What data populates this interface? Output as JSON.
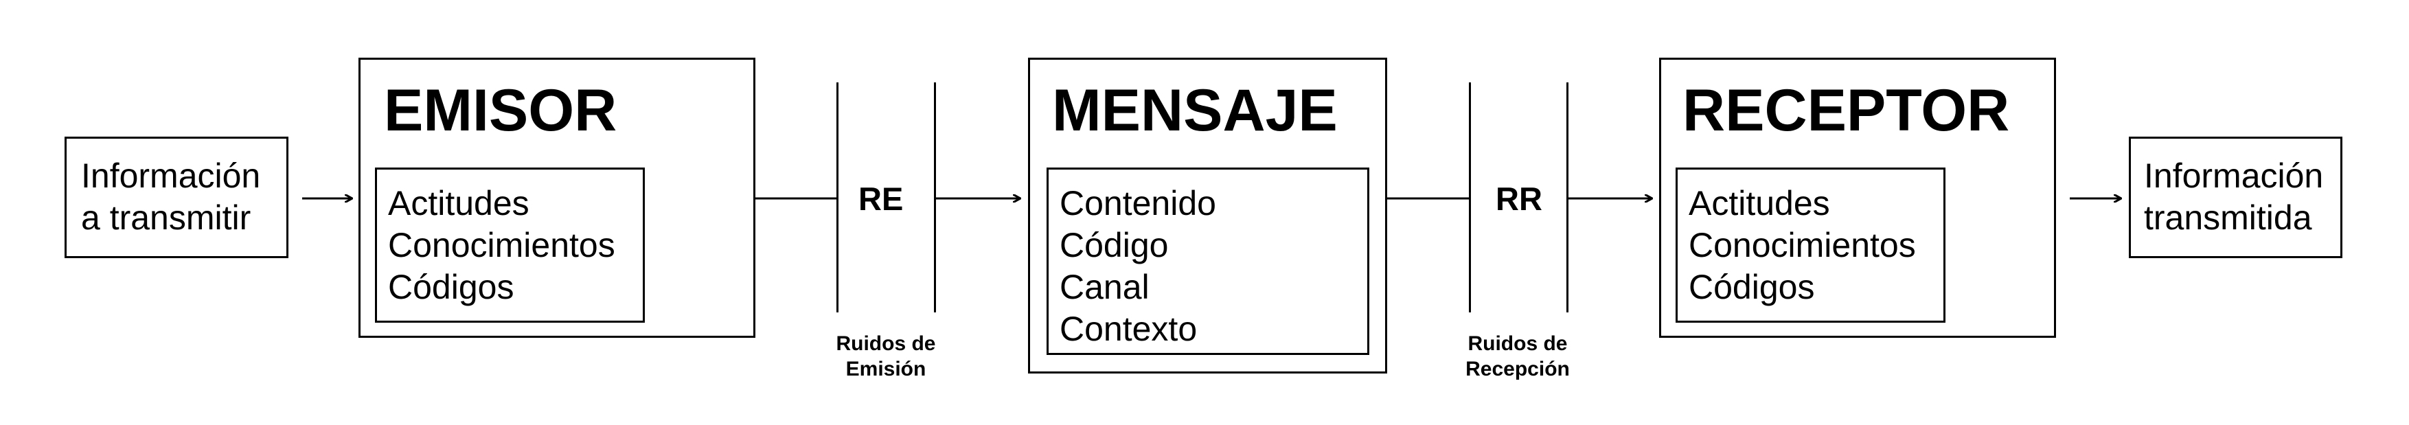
{
  "input_box": {
    "lines": [
      "Información",
      "a transmitir"
    ]
  },
  "emisor": {
    "title": "EMISOR",
    "items": [
      "Actitudes",
      "Conocimientos",
      "Códigos"
    ]
  },
  "noise_emission": {
    "label": "RE",
    "caption": [
      "Ruidos de",
      "Emisión"
    ]
  },
  "mensaje": {
    "title": "MENSAJE",
    "items": [
      "Contenido",
      "Código",
      "Canal",
      "Contexto"
    ]
  },
  "noise_reception": {
    "label": "RR",
    "caption": [
      "Ruidos de",
      "Recepción"
    ]
  },
  "receptor": {
    "title": "RECEPTOR",
    "items": [
      "Actitudes",
      "Conocimientos",
      "Códigos"
    ]
  },
  "output_box": {
    "lines": [
      "Información",
      "transmitida"
    ]
  }
}
